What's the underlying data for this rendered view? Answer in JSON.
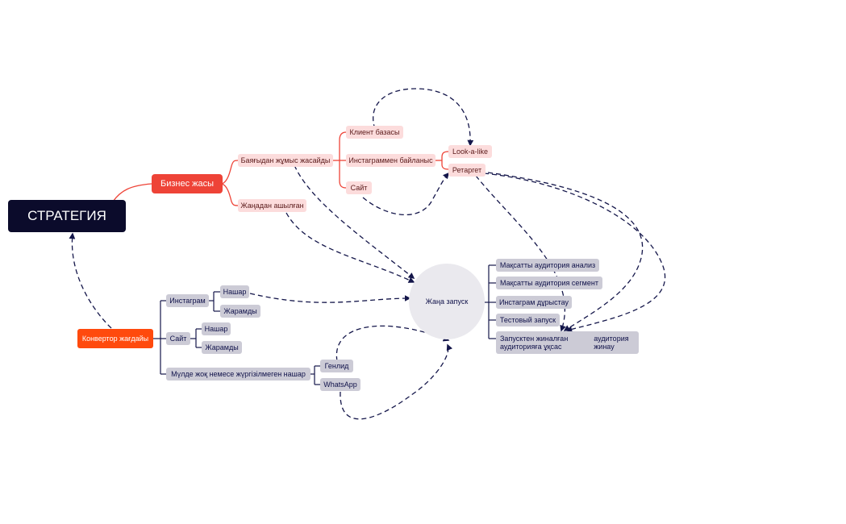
{
  "diagram": {
    "root": "СТРАТЕГИЯ",
    "center": "Жаңа запуск",
    "business": {
      "label": "Бизнес жасы",
      "old": "Баяғыдан жұмыс жасайды",
      "new": "Жаңадан ашылған",
      "client_base": "Клиент базасы",
      "instagram_link": "Инстаграммен байланыс",
      "site": "Сайт",
      "lookalike": "Look-a-like",
      "retarget": "Ретаргет"
    },
    "converter": {
      "label": "Конвертор жағдайы",
      "instagram": "Инстаграм",
      "ig_bad": "Нашар",
      "ig_good": "Жарамды",
      "site": "Сайт",
      "site_bad": "Нашар",
      "site_good": "Жарамды",
      "none": "Мүлде жоқ немесе жүргізілмеген нашар",
      "genlid": "Генлид",
      "whatsapp": "WhatsApp"
    },
    "launch": {
      "items": [
        "Мақсатты аудитория анализ",
        "Мақсатты аудитория сегмент",
        "Инстаграм дұрыстау",
        "Тестовый запуск"
      ],
      "last_line1": "Запусктен жиналған аудиторияға ұқсас",
      "last_line2": "аудитория жинау"
    }
  },
  "colors": {
    "root": "#0b0b2b",
    "primary": "#ee4337",
    "converter": "#ff4a0d",
    "pink_node": "#fcdcdc",
    "grey_node": "#cccbd6",
    "center_circle": "#eae9ee",
    "dashed_link": "#14164a"
  }
}
